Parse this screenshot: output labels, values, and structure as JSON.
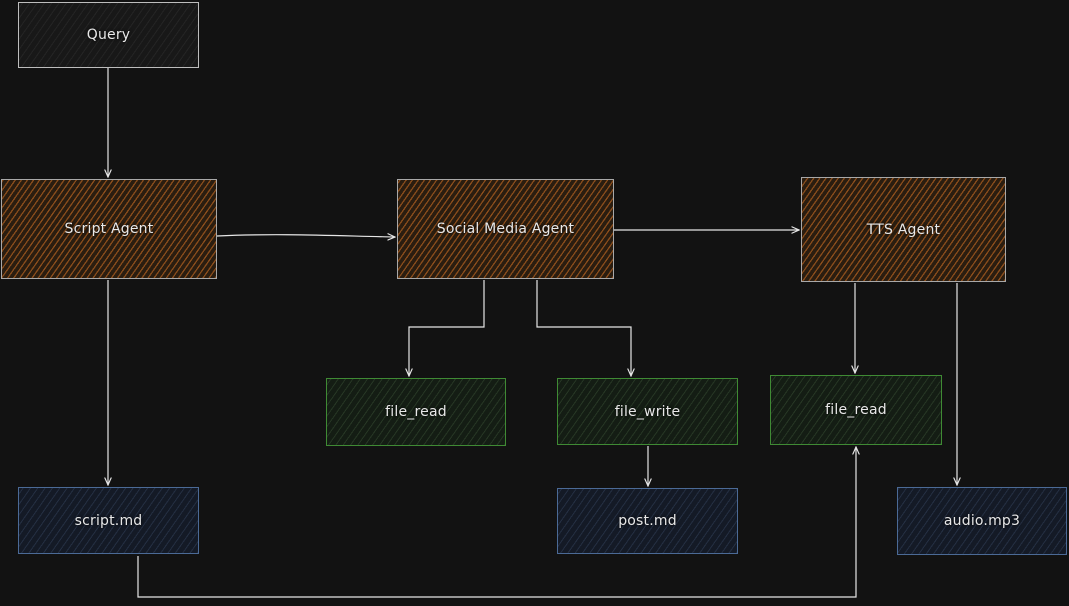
{
  "diagram": {
    "nodes": {
      "query": "Query",
      "script_agent": "Script Agent",
      "social_media_agent": "Social Media Agent",
      "tts_agent": "TTS Agent",
      "social_file_read": "file_read",
      "file_write": "file_write",
      "tts_file_read": "file_read",
      "script_md": "script.md",
      "post_md": "post.md",
      "audio_mp3": "audio.mp3"
    },
    "edges": [
      {
        "from": "query",
        "to": "script_agent"
      },
      {
        "from": "script_agent",
        "to": "social_media_agent"
      },
      {
        "from": "social_media_agent",
        "to": "tts_agent"
      },
      {
        "from": "script_agent",
        "to": "script_md"
      },
      {
        "from": "social_media_agent",
        "to": "social_file_read"
      },
      {
        "from": "social_media_agent",
        "to": "file_write"
      },
      {
        "from": "file_write",
        "to": "post_md"
      },
      {
        "from": "tts_agent",
        "to": "tts_file_read"
      },
      {
        "from": "tts_agent",
        "to": "audio_mp3"
      },
      {
        "from": "script_md",
        "to": "tts_file_read"
      }
    ],
    "colors": {
      "background": "#121212",
      "agent_fill": "#8a4d1c",
      "tool_border": "#3f8a34",
      "file_border": "#4b6a96",
      "edge": "#e6e6e6"
    }
  }
}
